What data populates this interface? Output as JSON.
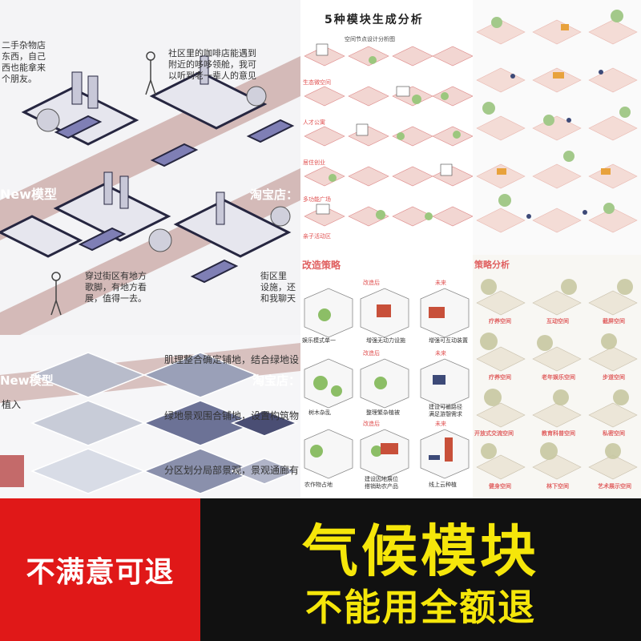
{
  "top_left": {
    "text_1": "二手杂物店\n东西，自己\n西也能拿来\n个朋友。",
    "text_2": "社区里的咖啡店能遇到\n附近的哆哆领舱，我可\n以听到老一辈人的意见",
    "text_3": "New模型",
    "text_4": "淘宝店：",
    "text_5": "穿过街区有地方\n歌脚，有地方看\n展，值得一去。",
    "text_6": "街区里\n设施，还\n和我聊天"
  },
  "top_middle": {
    "title": "5种模块生成分析",
    "subtitle": "空间节点设计分析图",
    "row_labels": [
      "生态微空间",
      "人才公寓",
      "居住创业",
      "多功能广场",
      "亲子活动区"
    ]
  },
  "middle_left": {
    "text_1": "New模型",
    "text_2": "淘宝店：",
    "text_3": "植入",
    "text_4": "肌理整合确定铺地，结合绿地设",
    "text_5": "绿地景观围合铺地，设置构筑物",
    "text_6": "分区划分局部景观，景观通廊有"
  },
  "middle_middle": {
    "title": "改造策略",
    "headers": [
      "改造后",
      "未来",
      "改造后",
      "未来",
      "改造后",
      "未来"
    ],
    "captions": [
      "娱乐模式单一",
      "增强无动力设施",
      "增强可互动装置",
      "树木杂乱",
      "整理繁杂植被",
      "建设可循路径\n满足游憩需求",
      "农作物占地",
      "建设因地展位\n搭销助农产品",
      "线上云种植"
    ]
  },
  "middle_right": {
    "title": "策略分析",
    "labels": [
      "疗养空间",
      "互动空间",
      "截屏空间",
      "疗养空间",
      "老年娱乐空间",
      "步道空间",
      "开放式交流空间",
      "教育科普空间",
      "私密空间",
      "健身空间",
      "林下空间",
      "艺术展示空间"
    ]
  },
  "promo": {
    "refund_note": "不满意可退",
    "title": "气候模块",
    "subtitle": "不能用全额退"
  },
  "colors": {
    "accent_red": "#e01818",
    "accent_yellow": "#f5e60a",
    "dark": "#111111",
    "path_brown": "#a0645f",
    "green": "#8bbf6a",
    "pink_tile": "#f3d9d4"
  }
}
